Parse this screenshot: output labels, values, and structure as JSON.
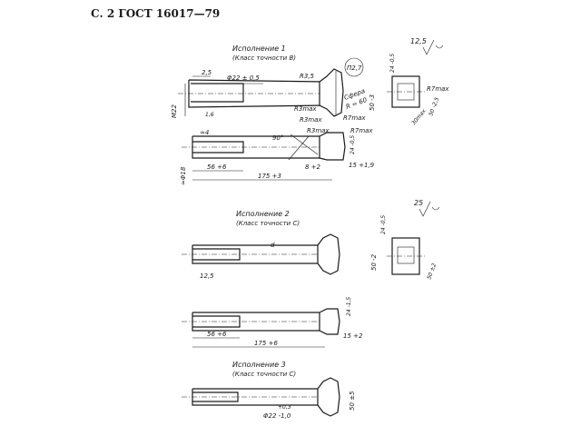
{
  "header": {
    "title": "С. 2 ГОСТ 16017—79"
  },
  "variant1": {
    "title": "Исполнение 1",
    "subtitle": "(Класс точности В)",
    "dims": {
      "d25": "2,5",
      "phi22": "Φ22 ± 0,5",
      "r35": "R3,5",
      "m22": "M22",
      "r16": "1,6",
      "r3max_a": "R3max",
      "r3max_b": "R3max",
      "r7max_a": "R7max",
      "sphere1": "Сфера",
      "sphere2": "R = 60",
      "d50": "50 -3",
      "d24": "24 -0,5",
      "d30": "30max",
      "d50b": "50 -2,5"
    },
    "detail_label": "П2,7",
    "roughness": "12,5"
  },
  "view2": {
    "dims": {
      "d4": "≈4",
      "angle90": "90°",
      "r3max": "R3max",
      "r7max": "R7max",
      "d56": "56 +6",
      "d175": "175 +3",
      "d8": "8 +2",
      "d15": "15 +1,9",
      "d24": "24 -0,5",
      "phi18": "≈Φ18"
    }
  },
  "variant2": {
    "title": "Исполнение 2",
    "subtitle": "(Класс точности С)",
    "roughness": "25",
    "roughness_shaft": "12,5",
    "dims": {
      "d": "d",
      "d24": "24 -0,5",
      "d50": "50 -2",
      "d50b": "50 ±2",
      "d24b": "24 -1,5",
      "d56": "56 +6",
      "d175": "175 +6",
      "d15": "15 +2"
    }
  },
  "variant3": {
    "title": "Исполнение 3",
    "subtitle": "(Класс точности С)",
    "dims": {
      "phi22": "Φ22 -1,0",
      "phi22_sup": "+0,3",
      "d50": "50 ±5"
    }
  }
}
